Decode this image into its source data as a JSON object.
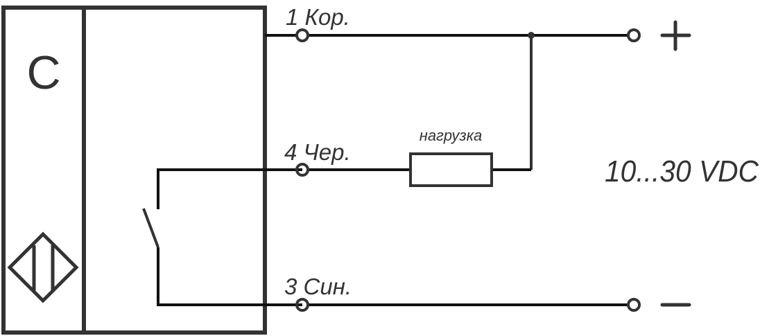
{
  "sensor": {
    "type_letter": "C",
    "symbol": "capacitive-sensor-icon"
  },
  "terminals": [
    {
      "pin_label": "1 Кор."
    },
    {
      "pin_label": "4 Чер."
    },
    {
      "pin_label": "3 Син."
    }
  ],
  "load": {
    "label": "нагрузка"
  },
  "supply": {
    "voltage": "10...30 VDC",
    "plus": "+",
    "minus": "−"
  },
  "colors": {
    "line": "#111111",
    "outline": "#333333"
  }
}
